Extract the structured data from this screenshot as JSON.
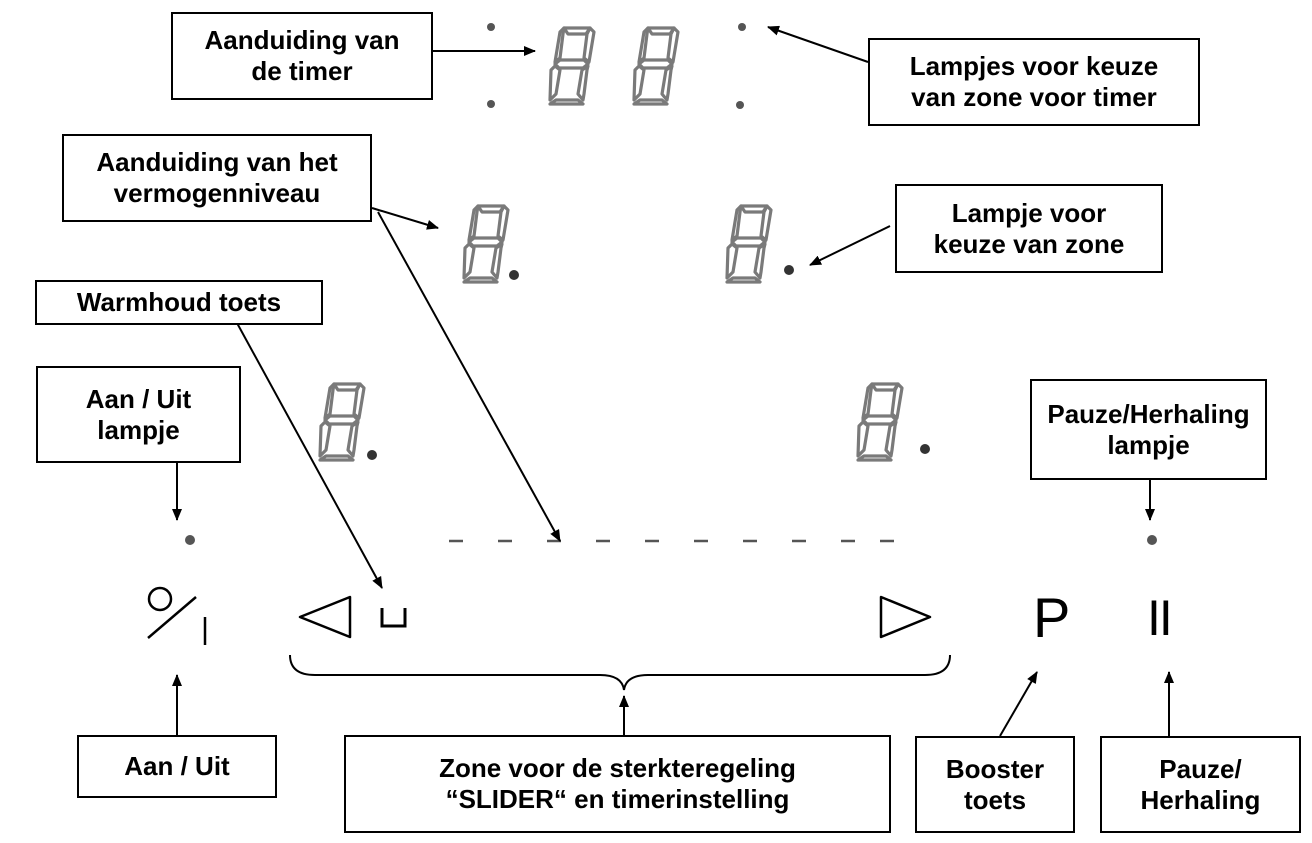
{
  "labels": {
    "timer_display": "Aanduiding van\nde timer",
    "timer_zone_lamps": "Lampjes voor keuze\nvan zone voor timer",
    "power_level_display": "Aanduiding van het\nvermogenniveau",
    "zone_select_lamp": "Lampje voor\nkeuze van zone",
    "keep_warm_key": "Warmhoud toets",
    "on_off_lamp": "Aan / Uit\nlampje",
    "pause_repeat_lamp": "Pauze/Herhaling\nlampje",
    "on_off": "Aan / Uit",
    "slider_zone": "Zone voor de sterkteregeling\n“SLIDER“ en timerinstelling",
    "booster_key": "Booster\ntoets",
    "pause_repeat": "Pauze/\nHerhaling"
  },
  "symbols": {
    "booster": "P",
    "pause": "II"
  },
  "colors": {
    "segment": "#7a7a7a",
    "ink": "#000000",
    "dot": "#333333"
  }
}
